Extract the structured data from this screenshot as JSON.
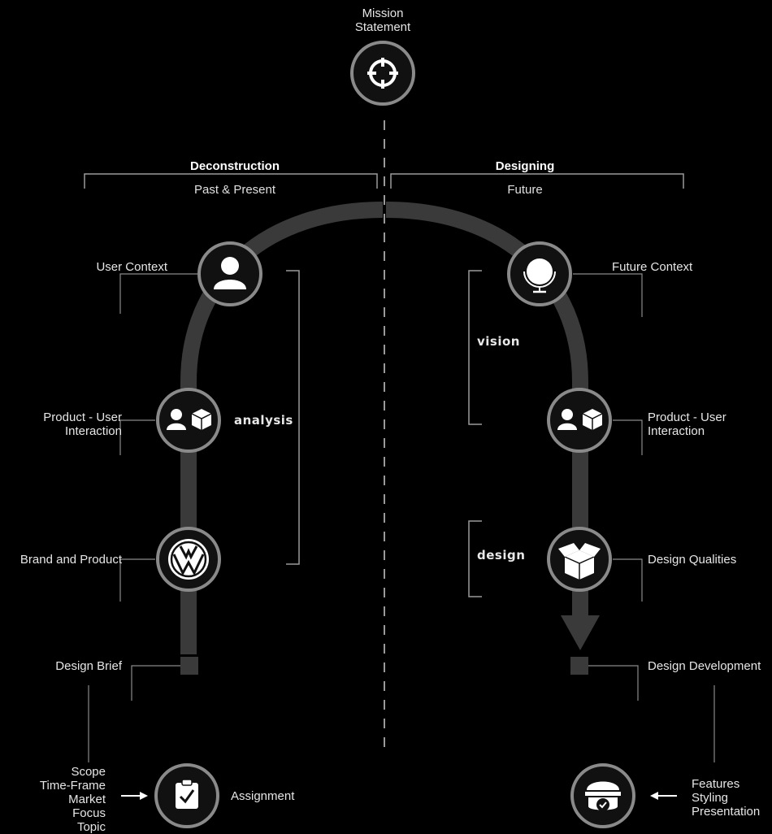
{
  "top": {
    "label_lines": [
      "Mission",
      "Statement"
    ],
    "icon": "crosshair-icon"
  },
  "left": {
    "heading": "Deconstruction",
    "subheading": "Past & Present",
    "phase_label": "analysis",
    "nodes": [
      {
        "label": "User Context",
        "icon": "user-icon"
      },
      {
        "label_lines": [
          "Product - User",
          "Interaction"
        ],
        "icon": "user-box-icon"
      },
      {
        "label": "Brand and Product",
        "icon": "vw-logo-icon"
      }
    ],
    "brief_label": "Design Brief",
    "input_lines": [
      "Scope",
      "Time-Frame",
      "Market",
      "Focus",
      "Topic"
    ],
    "bottom_label": "Assignment",
    "bottom_icon": "clipboard-check-icon"
  },
  "right": {
    "heading": "Designing",
    "subheading": "Future",
    "phase_labels": [
      "vision",
      "design"
    ],
    "nodes": [
      {
        "label": "Future Context",
        "icon": "globe-icon"
      },
      {
        "label_lines": [
          "Product - User",
          "Interaction"
        ],
        "icon": "user-box-icon"
      },
      {
        "label": "Design Qualities",
        "icon": "open-box-icon"
      }
    ],
    "development_label": "Design Development",
    "output_lines": [
      "Features",
      "Styling",
      "Presentation"
    ],
    "bottom_icon": "product-check-icon"
  },
  "colors": {
    "background": "#000000",
    "path": "#3a3a3a",
    "node_ring": "#8a8a8a",
    "node_fill": "#111111",
    "text": "#e6e6e6",
    "line": "#8a8a8a"
  }
}
